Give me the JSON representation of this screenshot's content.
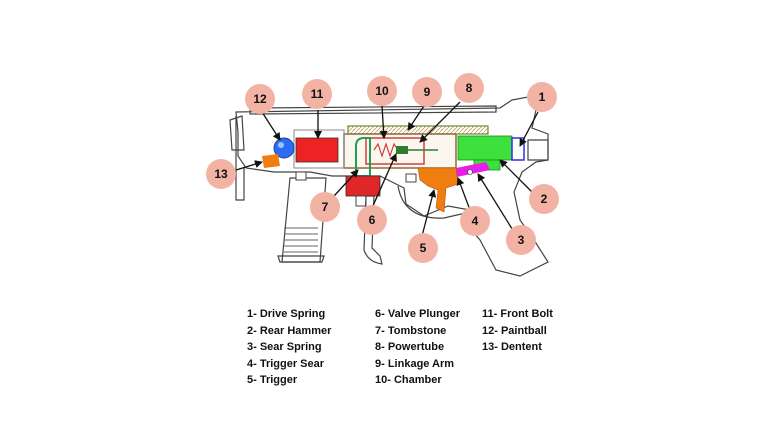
{
  "badge_color": "#f2b3a4",
  "part_colors": {
    "drive_spring": "#2d2df0",
    "rear_hammer": "#3de03d",
    "sear_spring": "#d040d0",
    "trigger_sear": "#e81ee8",
    "trigger": "#f07d10",
    "valve_plunger": "#2e7d32",
    "tombstone": "#1f9e55",
    "powertube": "#d04040",
    "linkage_arm": "#6d8a3a",
    "chamber": "#8b6b3a",
    "front_bolt": "#ee2222",
    "paintball": "#2b6df0",
    "dentent": "#f07d10"
  },
  "badges": [
    "1",
    "2",
    "3",
    "4",
    "5",
    "6",
    "7",
    "8",
    "9",
    "10",
    "11",
    "12",
    "13"
  ],
  "legend": {
    "col1": [
      "1- Drive Spring",
      "2- Rear Hammer",
      "3- Sear Spring",
      "4- Trigger Sear",
      "5- Trigger"
    ],
    "col2": [
      "6- Valve Plunger",
      "7- Tombstone",
      "8-  Powertube",
      "9- Linkage Arm",
      "10- Chamber"
    ],
    "col3": [
      "11- Front Bolt",
      "12- Paintball",
      "13- Dentent"
    ]
  }
}
